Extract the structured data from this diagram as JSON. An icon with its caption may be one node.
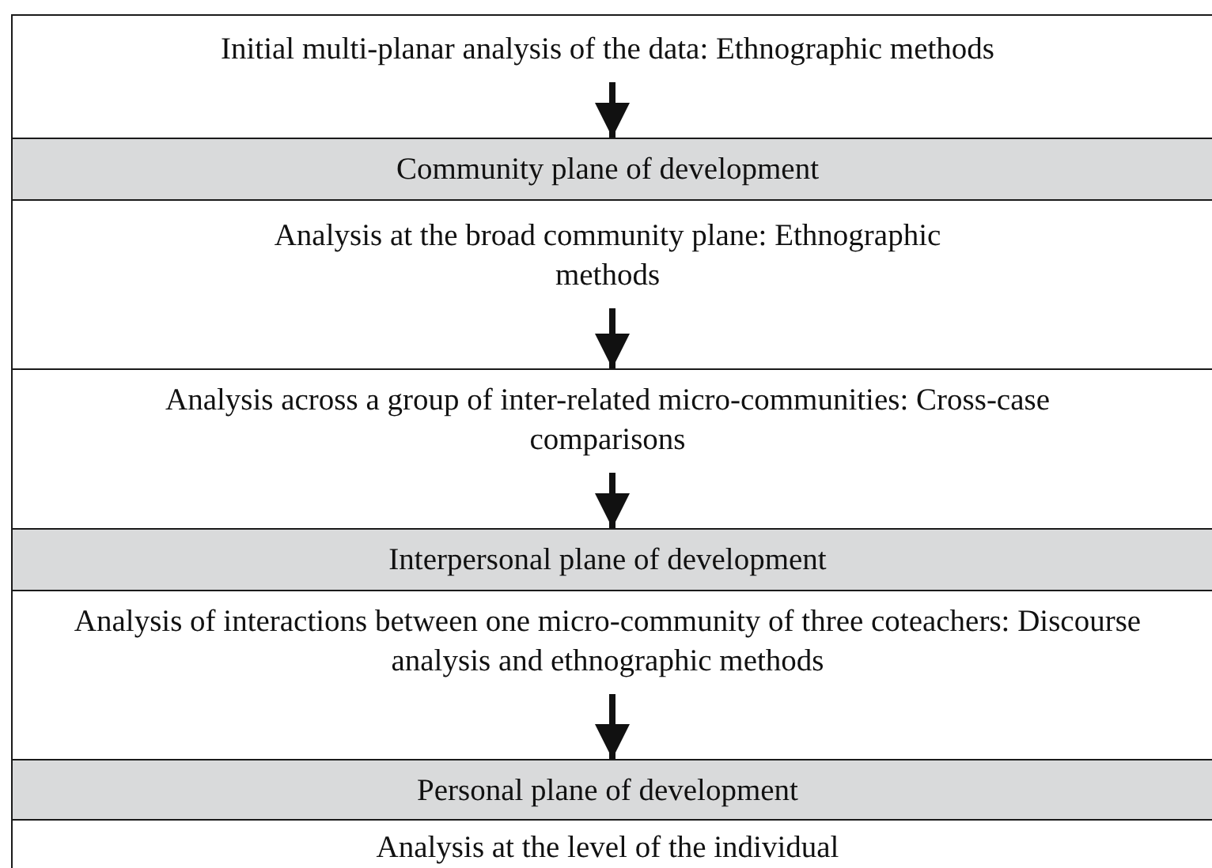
{
  "diagram": {
    "nodes": [
      {
        "text": [
          "Initial multi-planar analysis of the data: Ethnographic methods"
        ]
      },
      {
        "text": [
          "Community plane of development"
        ]
      },
      {
        "text": [
          "Analysis at the broad community plane: Ethnographic methods"
        ]
      },
      {
        "text": [
          "Analysis across a group of inter-related micro-communities: Cross-case comparisons"
        ]
      },
      {
        "text": [
          "Interpersonal plane of development"
        ]
      },
      {
        "text": [
          "Analysis of interactions between one micro-community of three coteachers: Discourse analysis and ethnographic methods"
        ]
      },
      {
        "text": [
          "Personal plane of development"
        ]
      },
      {
        "text": [
          "Analysis at the level of the individual"
        ]
      }
    ],
    "edges": [
      {
        "from": 0,
        "to": 1,
        "arrow": "to"
      },
      {
        "from": 2,
        "to": 3,
        "arrow": "to"
      },
      {
        "from": 3,
        "to": 4,
        "arrow": "to"
      },
      {
        "from": 5,
        "to": 6,
        "arrow": "to"
      }
    ]
  }
}
